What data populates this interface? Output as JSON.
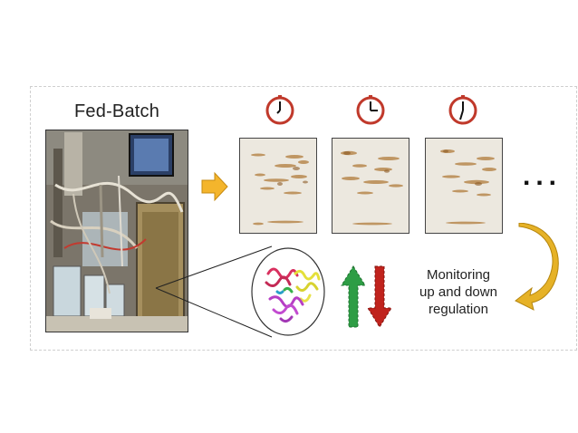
{
  "title": "Fed-Batch",
  "gels": [
    {
      "id": "gel-1"
    },
    {
      "id": "gel-2"
    },
    {
      "id": "gel-3"
    }
  ],
  "clocks": [
    {
      "icon": "clock-icon",
      "color": "#c0392b"
    },
    {
      "icon": "clock-icon",
      "color": "#c0392b"
    },
    {
      "icon": "clock-icon",
      "color": "#c0392b"
    }
  ],
  "ellipsis": "...",
  "monitoring": {
    "line1": "Monitoring",
    "line2": "up and down",
    "line3": "regulation"
  },
  "colors": {
    "arrow_right": "#f4b52c",
    "arrow_curve": "#e6b227",
    "up_arrow": "#2e9d45",
    "down_arrow": "#c0231d",
    "clock": "#c0392b"
  }
}
